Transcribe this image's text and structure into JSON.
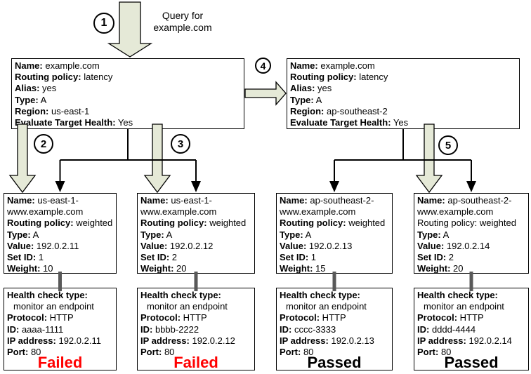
{
  "query": {
    "label": "Query for\nexample.com"
  },
  "steps": [
    "1",
    "2",
    "3",
    "4",
    "5"
  ],
  "colors": {
    "block_arrow_fill": "#E5E9D7",
    "block_arrow_stroke": "#000000",
    "connector_black": "#000000",
    "connector_gray": "#595959",
    "failed": "#FF0000",
    "passed": "#000000"
  },
  "latency_records": [
    {
      "title": "latency record us-east-1",
      "fields": [
        {
          "b": "Name:",
          "t": " example.com"
        },
        {
          "b": "Routing policy:",
          "t": " latency"
        },
        {
          "b": "Alias:",
          "t": " yes"
        },
        {
          "b": "Type:",
          "t": " A"
        },
        {
          "b": "Region:",
          "t": " us-east-1"
        },
        {
          "b": "Evaluate Target Health:",
          "t": " Yes"
        }
      ]
    },
    {
      "title": "latency record ap-southeast-2",
      "fields": [
        {
          "b": "Name:",
          "t": " example.com"
        },
        {
          "b": "Routing policy:",
          "t": " latency"
        },
        {
          "b": "Alias:",
          "t": " yes"
        },
        {
          "b": "Type:",
          "t": " A"
        },
        {
          "b": "Region:",
          "t": " ap-southeast-2"
        },
        {
          "b": "Evaluate Target Health:",
          "t": " Yes"
        }
      ]
    }
  ],
  "weighted_records": [
    {
      "title": "weighted record us-east-1 set 1",
      "fields": [
        {
          "b": "Name:",
          "t": " us-east-1-"
        },
        {
          "b": "",
          "t": "www.example.com"
        },
        {
          "b": "Routing policy:",
          "t": " weighted"
        },
        {
          "b": "Type:",
          "t": " A"
        },
        {
          "b": "Value:",
          "t": " 192.0.2.11"
        },
        {
          "b": "Set ID:",
          "t": " 1"
        },
        {
          "b": "Weight:",
          "t": " 10"
        }
      ]
    },
    {
      "title": "weighted record us-east-1 set 2",
      "fields": [
        {
          "b": "Name:",
          "t": " us-east-1-"
        },
        {
          "b": "",
          "t": "www.example.com"
        },
        {
          "b": "Routing policy:",
          "t": " weighted"
        },
        {
          "b": "Type:",
          "t": " A"
        },
        {
          "b": "Value:",
          "t": " 192.0.2.12"
        },
        {
          "b": "Set ID:",
          "t": " 2"
        },
        {
          "b": "Weight:",
          "t": " 20"
        }
      ]
    },
    {
      "title": "weighted record ap-southeast-2 set 1",
      "fields": [
        {
          "b": "Name:",
          "t": " ap-southeast-2-"
        },
        {
          "b": "",
          "t": "www.example.com"
        },
        {
          "b": "Routing policy:",
          "t": " weighted"
        },
        {
          "b": "Type:",
          "t": " A"
        },
        {
          "b": "Value:",
          "t": " 192.0.2.13"
        },
        {
          "b": "Set ID:",
          "t": " 1"
        },
        {
          "b": "Weight:",
          "t": " 15"
        }
      ]
    },
    {
      "title": "weighted record ap-southeast-2 set 2",
      "fields": [
        {
          "b": "Name:",
          "t": " ap-southeast-2-"
        },
        {
          "b": "",
          "t": "www.example.com"
        },
        {
          "b": "",
          "t": "Routing policy: weighted"
        },
        {
          "b": "Type:",
          "t": " A"
        },
        {
          "b": "Value:",
          "t": " 192.0.2.14"
        },
        {
          "b": "Set ID:",
          "t": " 2"
        },
        {
          "b": "Weight:",
          "t": " 20"
        }
      ]
    }
  ],
  "health_checks": [
    {
      "title": "health check aaaa-1111",
      "fields": [
        {
          "b": "Health check type:",
          "t": ""
        },
        {
          "b": "",
          "t": "monitor an endpoint",
          "indent": true
        },
        {
          "b": "Protocol:",
          "t": " HTTP"
        },
        {
          "b": "ID:",
          "t": " aaaa-1111"
        },
        {
          "b": "IP address:",
          "t": " 192.0.2.11"
        },
        {
          "b": "Port:",
          "t": " 80"
        }
      ],
      "status": "Failed",
      "status_color": "#FF0000"
    },
    {
      "title": "health check bbbb-2222",
      "fields": [
        {
          "b": "Health check type:",
          "t": ""
        },
        {
          "b": "",
          "t": "monitor an endpoint",
          "indent": true
        },
        {
          "b": "Protocol:",
          "t": " HTTP"
        },
        {
          "b": "ID:",
          "t": " bbbb-2222"
        },
        {
          "b": "IP address:",
          "t": " 192.0.2.12"
        },
        {
          "b": "Port:",
          "t": " 80"
        }
      ],
      "status": "Failed",
      "status_color": "#FF0000"
    },
    {
      "title": "health check cccc-3333",
      "fields": [
        {
          "b": "Health check type:",
          "t": ""
        },
        {
          "b": "",
          "t": "monitor an endpoint",
          "indent": true
        },
        {
          "b": "Protocol:",
          "t": " HTTP"
        },
        {
          "b": "ID:",
          "t": " cccc-3333"
        },
        {
          "b": "IP address:",
          "t": " 192.0.2.13"
        },
        {
          "b": "Port:",
          "t": " 80"
        }
      ],
      "status": "Passed",
      "status_color": "#000000"
    },
    {
      "title": "health check dddd-4444",
      "fields": [
        {
          "b": "Health check type:",
          "t": ""
        },
        {
          "b": "",
          "t": "monitor an endpoint",
          "indent": true
        },
        {
          "b": "Protocol:",
          "t": " HTTP"
        },
        {
          "b": "ID:",
          "t": " dddd-4444"
        },
        {
          "b": "IP address:",
          "t": " 192.0.2.14"
        },
        {
          "b": "Port:",
          "t": " 80"
        }
      ],
      "status": "Passed",
      "status_color": "#000000"
    }
  ]
}
